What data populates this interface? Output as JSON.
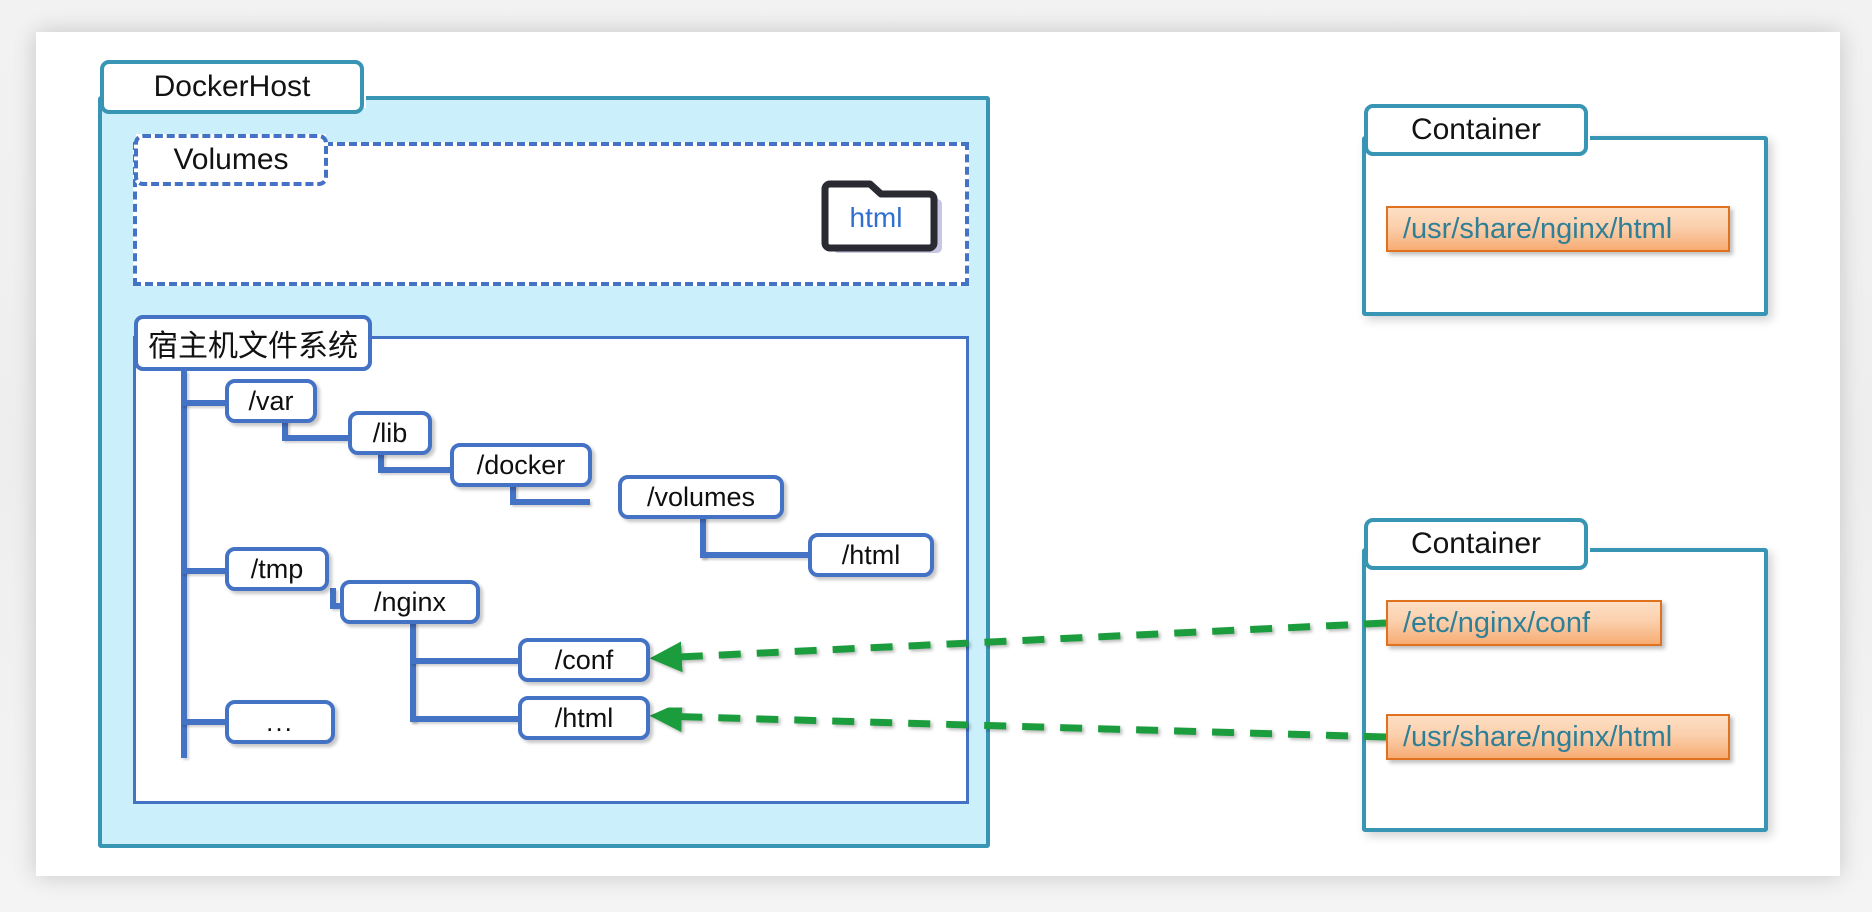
{
  "diagram": {
    "title_host": "DockerHost",
    "volumes_label": "Volumes",
    "host_fs_label": "宿主机文件系统",
    "folder": {
      "name": "html",
      "icon": "folder-icon"
    }
  },
  "filesystem_tree": {
    "nodes": [
      {
        "id": "var",
        "label": "/var"
      },
      {
        "id": "lib",
        "label": "/lib"
      },
      {
        "id": "docker",
        "label": "/docker"
      },
      {
        "id": "volumes",
        "label": "/volumes"
      },
      {
        "id": "vhtml",
        "label": "/html"
      },
      {
        "id": "tmp",
        "label": "/tmp"
      },
      {
        "id": "nginx",
        "label": "/nginx"
      },
      {
        "id": "conf",
        "label": "/conf"
      },
      {
        "id": "thtml",
        "label": "/html"
      },
      {
        "id": "more",
        "label": "..."
      }
    ]
  },
  "containers": [
    {
      "title": "Container",
      "paths": [
        {
          "label": "/usr/share/nginx/html",
          "link_color": "#ed7d31",
          "link_style": "dashed"
        }
      ]
    },
    {
      "title": "Container",
      "paths": [
        {
          "label": "/etc/nginx/conf",
          "link_color": "#1f9d3e",
          "link_style": "dashed"
        },
        {
          "label": "/usr/share/nginx/html",
          "link_color": "#1f9d3e",
          "link_style": "dashed"
        }
      ]
    }
  ],
  "colors": {
    "teal_border": "#3896b4",
    "docker_host_fill": "#cbeffb",
    "blue_border": "#4472c4",
    "orange": "#ed7d31",
    "orange_border": "#e0721f",
    "green": "#1f9d3e",
    "path_text": "#2f7f96",
    "folder_text": "#2f6fd0",
    "page_bg": "#f2f2f2",
    "card_bg": "#ffffff"
  }
}
